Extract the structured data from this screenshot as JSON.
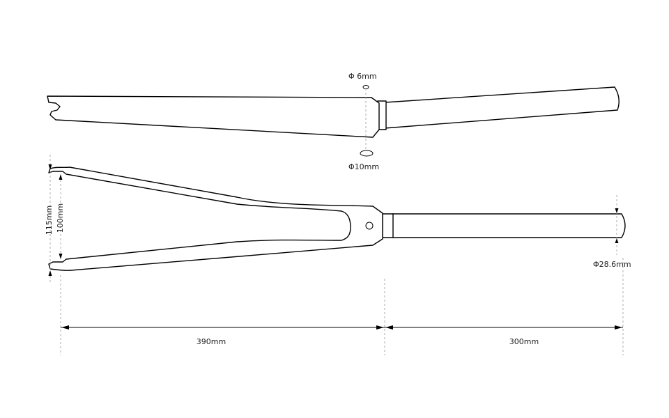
{
  "labels": {
    "hole_small": "Φ 6mm",
    "hole_large": "Φ10mm",
    "width_outer": "115mm",
    "width_inner": "100mm",
    "steerer_diameter": "Φ28.6mm",
    "fork_length": "390mm",
    "steerer_length": "300mm"
  },
  "colors": {
    "line": "#000000",
    "guide": "#9a9a9a",
    "text": "#222222",
    "background": "#ffffff"
  }
}
